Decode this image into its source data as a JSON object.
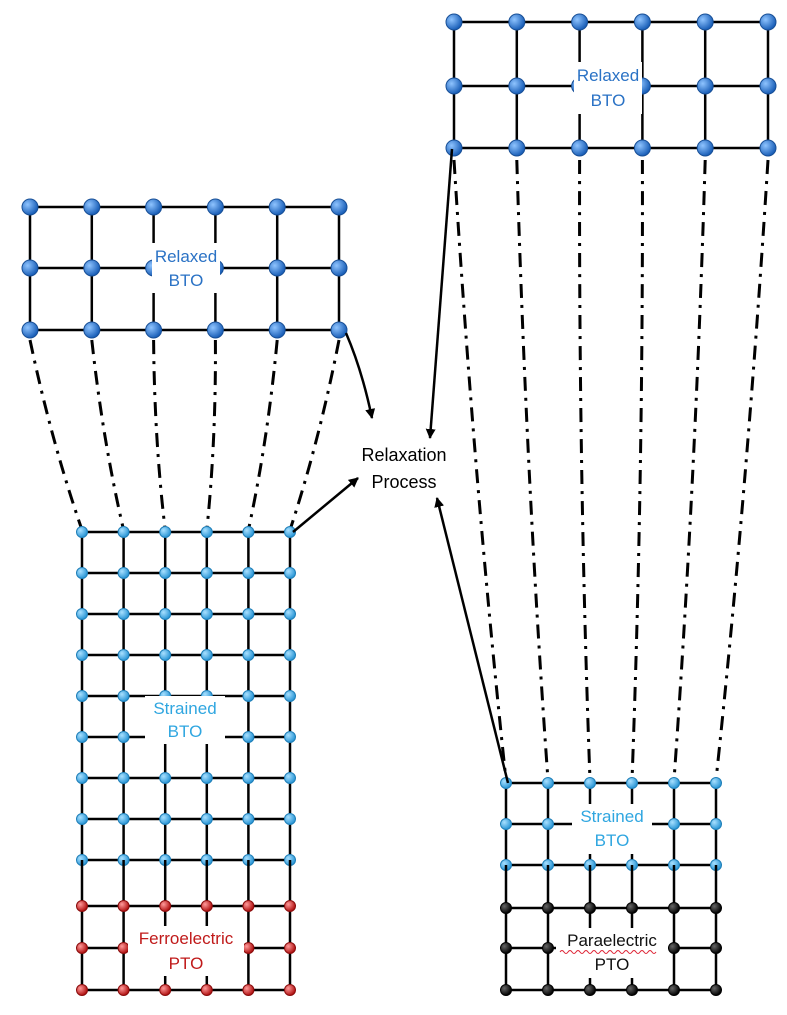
{
  "labels": {
    "left_relaxed_1": "Relaxed",
    "left_relaxed_2": "BTO",
    "left_strained_1": "Strained",
    "left_strained_2": "BTO",
    "ferro_1": "Ferroelectric",
    "ferro_2": "PTO",
    "right_relaxed_1": "Relaxed",
    "right_relaxed_2": "BTO",
    "right_strained_1": "Strained",
    "right_strained_2": "BTO",
    "para_1": "Paraelectric",
    "para_2": "PTO",
    "process_1": "Relaxation",
    "process_2": "Process"
  },
  "colors": {
    "relaxed_bto": "#2f74c8",
    "strained_bto": "#3aa8e2",
    "ferroelectric_pto": "#c21818",
    "paraelectric_pto": "#111111",
    "relaxed_label": "#2a72c5",
    "strained_label": "#2fa6e0",
    "ferro_label": "#c01a1a",
    "para_label": "#111111",
    "process_label": "#000000"
  }
}
